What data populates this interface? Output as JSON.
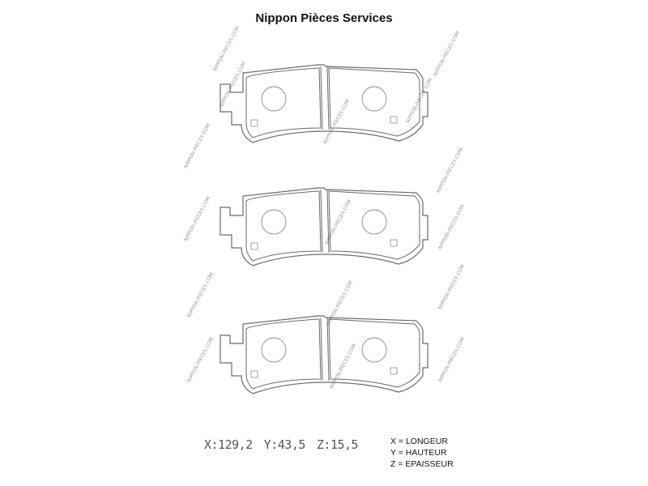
{
  "header": {
    "brand": "Nippon Pièces Services"
  },
  "dimensions": {
    "x": "X:129,2",
    "y": "Y:43,5",
    "z": "Z:15,5"
  },
  "legend": {
    "x": "X = LONGEUR",
    "y": "Y = HAUTEUR",
    "z": "Z = EPAISSEUR"
  },
  "watermark": "NIPPON-PIECES.COM",
  "colors": {
    "line": "#6a6a6a",
    "background": "#ffffff",
    "text": "#111111"
  }
}
